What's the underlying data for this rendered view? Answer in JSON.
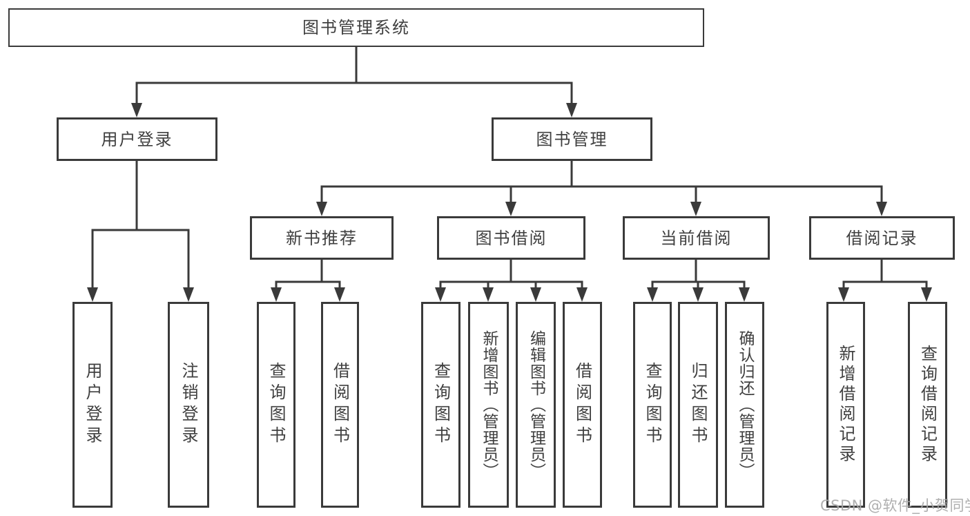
{
  "diagram_title": "图书管理系统",
  "tree": {
    "root": {
      "label": "图书管理系统"
    },
    "branches": [
      {
        "label": "用户登录",
        "children": [
          {
            "label": "用户登录"
          },
          {
            "label": "注销登录"
          }
        ]
      },
      {
        "label": "图书管理",
        "children": [
          {
            "label": "新书推荐",
            "children": [
              {
                "label": "查询图书"
              },
              {
                "label": "借阅图书"
              }
            ]
          },
          {
            "label": "图书借阅",
            "children": [
              {
                "label": "查询图书"
              },
              {
                "label": "新增图书（管理员）"
              },
              {
                "label": "编辑图书（管理员）"
              },
              {
                "label": "借阅图书"
              }
            ]
          },
          {
            "label": "当前借阅",
            "children": [
              {
                "label": "查询图书"
              },
              {
                "label": "归还图书"
              },
              {
                "label": "确认归还（管理员）"
              }
            ]
          },
          {
            "label": "借阅记录",
            "children": [
              {
                "label": "新增借阅记录"
              },
              {
                "label": "查询借阅记录"
              }
            ]
          }
        ]
      }
    ]
  },
  "watermark": "CSDN @软件_小贺同学",
  "colors": {
    "line": "#3a3a3a",
    "text": "#3f3f3f",
    "box_background": "#ffffff",
    "watermark": "#a8a8a8",
    "background": "#ffffff"
  }
}
